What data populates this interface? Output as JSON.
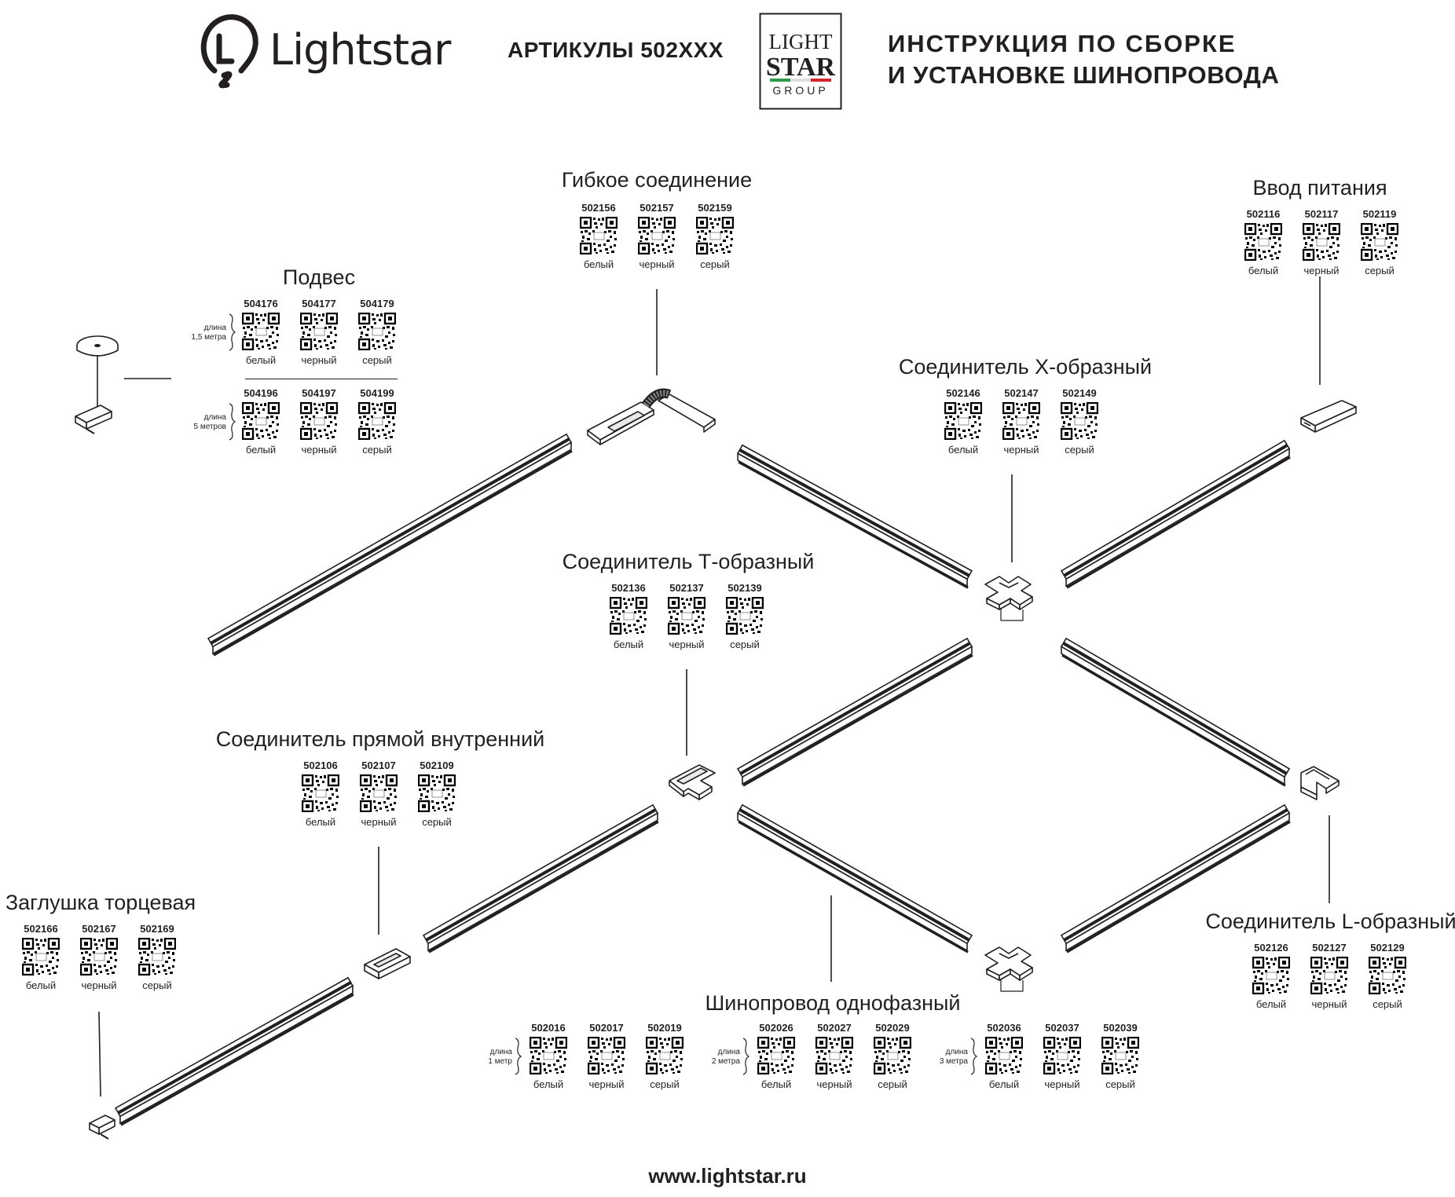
{
  "header": {
    "brand": "Lightstar",
    "articles": "АРТИКУЛЫ 502XXX",
    "group_logo": [
      "LIGHT",
      "STAR",
      "GROUP"
    ],
    "title_line1": "ИНСТРУКЦИЯ ПО СБОРКЕ",
    "title_line2": "И УСТАНОВКЕ ШИНОПРОВОДА"
  },
  "footer": {
    "url": "www.lightstar.ru"
  },
  "groups": {
    "flex": {
      "title": "Гибкое соединение",
      "items": [
        {
          "code": "502156",
          "color": "белый"
        },
        {
          "code": "502157",
          "color": "черный"
        },
        {
          "code": "502159",
          "color": "серый"
        }
      ]
    },
    "power": {
      "title": "Ввод питания",
      "items": [
        {
          "code": "502116",
          "color": "белый"
        },
        {
          "code": "502117",
          "color": "черный"
        },
        {
          "code": "502119",
          "color": "серый"
        }
      ]
    },
    "suspension": {
      "title": "Подвес",
      "row1_length": [
        "длина",
        "1,5 метра"
      ],
      "row2_length": [
        "длина",
        "5 метров"
      ],
      "row1": [
        {
          "code": "504176",
          "color": "белый"
        },
        {
          "code": "504177",
          "color": "черный"
        },
        {
          "code": "504179",
          "color": "серый"
        }
      ],
      "row2": [
        {
          "code": "504196",
          "color": "белый"
        },
        {
          "code": "504197",
          "color": "черный"
        },
        {
          "code": "504199",
          "color": "серый"
        }
      ]
    },
    "x": {
      "title": "Соединитель X-образный",
      "items": [
        {
          "code": "502146",
          "color": "белый"
        },
        {
          "code": "502147",
          "color": "черный"
        },
        {
          "code": "502149",
          "color": "серый"
        }
      ]
    },
    "t": {
      "title": "Соединитель Т-образный",
      "items": [
        {
          "code": "502136",
          "color": "белый"
        },
        {
          "code": "502137",
          "color": "черный"
        },
        {
          "code": "502139",
          "color": "серый"
        }
      ]
    },
    "straight": {
      "title": "Соединитель прямой внутренний",
      "items": [
        {
          "code": "502106",
          "color": "белый"
        },
        {
          "code": "502107",
          "color": "черный"
        },
        {
          "code": "502109",
          "color": "серый"
        }
      ]
    },
    "endcap": {
      "title": "Заглушка торцевая",
      "items": [
        {
          "code": "502166",
          "color": "белый"
        },
        {
          "code": "502167",
          "color": "черный"
        },
        {
          "code": "502169",
          "color": "серый"
        }
      ]
    },
    "l": {
      "title": "Соединитель L-образный",
      "items": [
        {
          "code": "502126",
          "color": "белый"
        },
        {
          "code": "502127",
          "color": "черный"
        },
        {
          "code": "502129",
          "color": "серый"
        }
      ]
    },
    "track": {
      "title": "Шинопровод однофазный",
      "g1_length": [
        "длина",
        "1 метр"
      ],
      "g2_length": [
        "длина",
        "2 метра"
      ],
      "g3_length": [
        "длина",
        "3 метра"
      ],
      "g1": [
        {
          "code": "502016",
          "color": "белый"
        },
        {
          "code": "502017",
          "color": "черный"
        },
        {
          "code": "502019",
          "color": "серый"
        }
      ],
      "g2": [
        {
          "code": "502026",
          "color": "белый"
        },
        {
          "code": "502027",
          "color": "черный"
        },
        {
          "code": "502029",
          "color": "серый"
        }
      ],
      "g3": [
        {
          "code": "502036",
          "color": "белый"
        },
        {
          "code": "502037",
          "color": "черный"
        },
        {
          "code": "502039",
          "color": "серый"
        }
      ]
    }
  }
}
